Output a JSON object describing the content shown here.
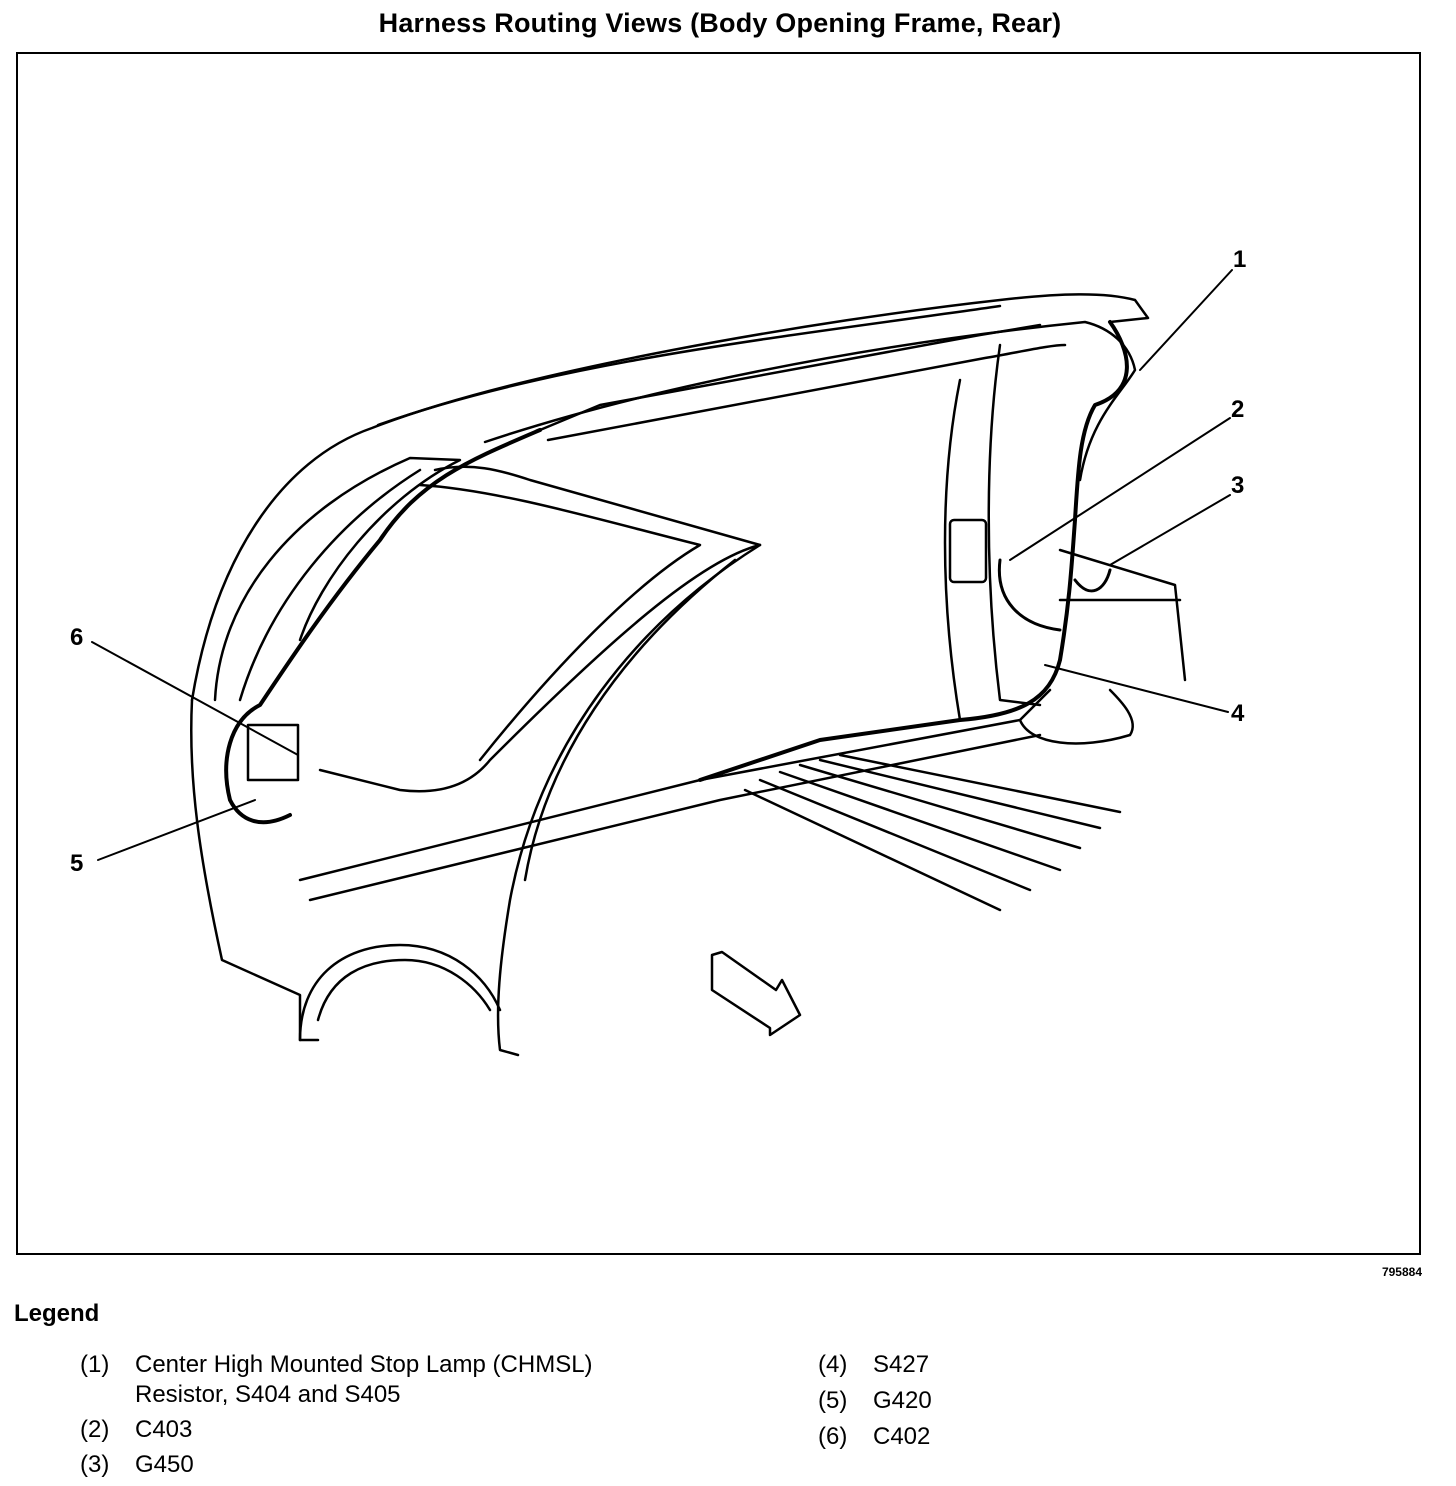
{
  "title": "Harness Routing Views (Body Opening Frame, Rear)",
  "figure_number": "795884",
  "callouts": [
    "1",
    "2",
    "3",
    "4",
    "5",
    "6"
  ],
  "legend": {
    "heading": "Legend",
    "items": [
      {
        "num": "(1)",
        "line1": "Center High Mounted Stop Lamp (CHMSL)",
        "line2": "Resistor, S404 and S405"
      },
      {
        "num": "(2)",
        "line1": "C403"
      },
      {
        "num": "(3)",
        "line1": "G450"
      },
      {
        "num": "(4)",
        "line1": "S427"
      },
      {
        "num": "(5)",
        "line1": "G420"
      },
      {
        "num": "(6)",
        "line1": "C402"
      }
    ]
  }
}
